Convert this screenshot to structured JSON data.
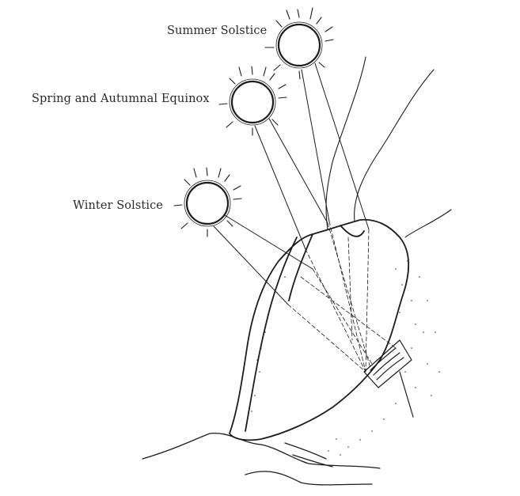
{
  "diagram": {
    "labels": {
      "summer": "Summer Solstice",
      "equinox": "Spring and Autumnal Equinox",
      "winter": "Winter Solstice"
    },
    "colors": {
      "ink": "#1c1c1c",
      "background": "#ffffff"
    },
    "icons": [
      "sun-icon",
      "sun-icon",
      "sun-icon"
    ]
  }
}
